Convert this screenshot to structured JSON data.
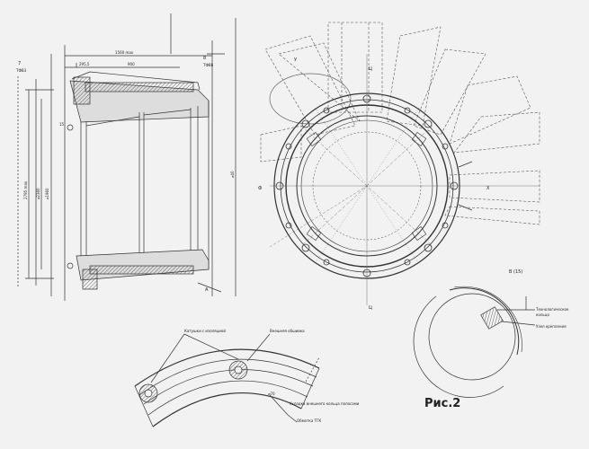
{
  "drawing": {
    "figure_label": "Рис.2",
    "side_view": {
      "pos_7": "7",
      "pos_7_sub": "ТФВ3",
      "pos_8": "8",
      "pos_8_sub": "ТФВ6",
      "dim_top": "1560 max",
      "dim_a": "295,5",
      "dim_b": "900",
      "dim_height": "2795 max",
      "dim_d1": "⌀2360",
      "dim_d2": "⌀1960",
      "dim_r": "⌀40",
      "dim_small": "15",
      "axis_label": "А"
    },
    "plan_view": {
      "pos_y": "У",
      "axis_u": "Ц",
      "axis_x": "Х",
      "axis_phi": "Ф",
      "axis_u_bottom": "Ц"
    },
    "detail_b": {
      "title": "В (15)",
      "label_1": "Технологическое кольцо",
      "label_2": "Узел крепления"
    },
    "section": {
      "label_coils": "Катушки с изоляцией",
      "label_inner": "Внешняя обшивка",
      "label_ring": "Укладка внешнего кольца полосами",
      "label_shell": "Обмотка ТГК",
      "dim_r": "⌀70"
    }
  }
}
